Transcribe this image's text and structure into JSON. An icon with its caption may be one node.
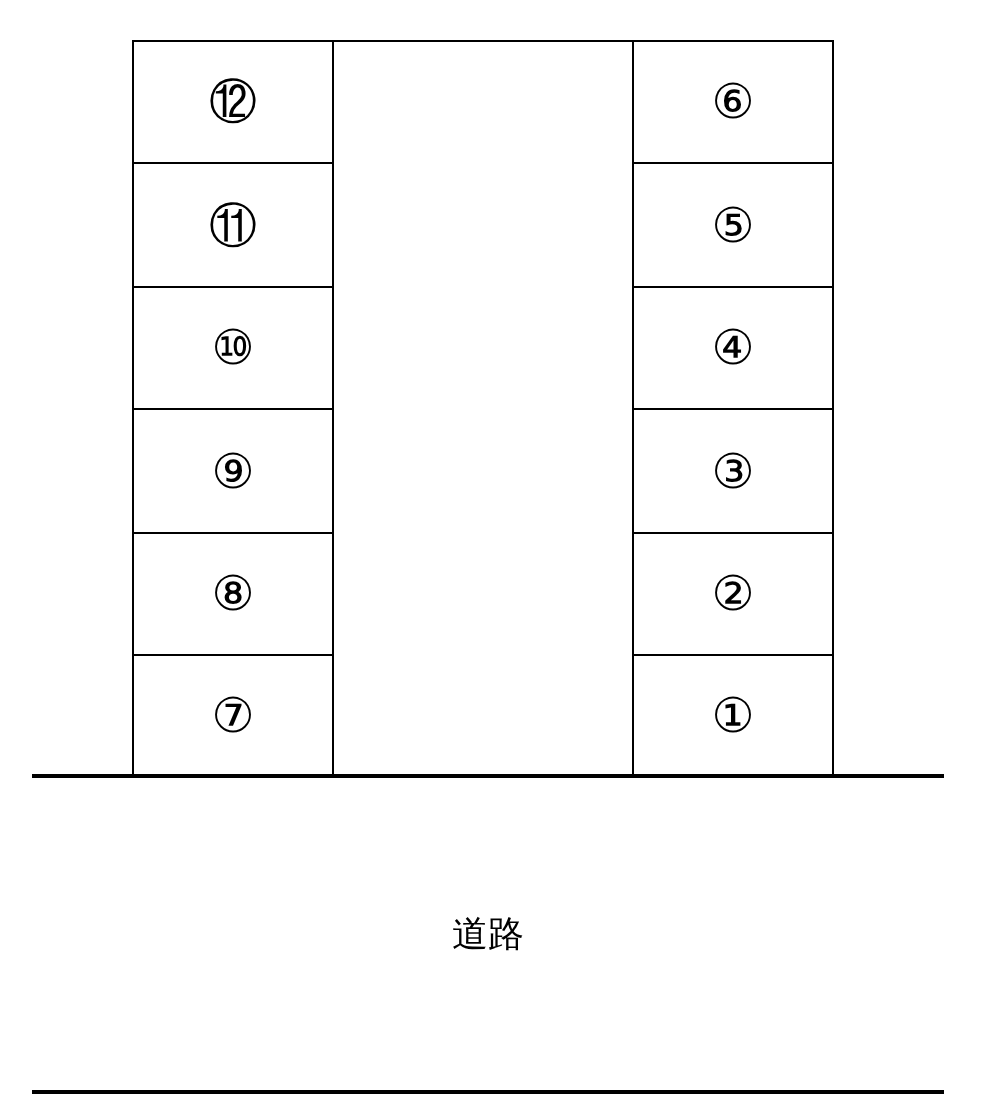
{
  "diagram": {
    "nodes": [
      {
        "text": [
          "⑫"
        ]
      },
      {
        "text": [
          "⑥"
        ]
      },
      {
        "text": [
          "⑪"
        ]
      },
      {
        "text": [
          "⑤"
        ]
      },
      {
        "text": [
          "⑩"
        ]
      },
      {
        "text": [
          "④"
        ]
      },
      {
        "text": [
          "⑨"
        ]
      },
      {
        "text": [
          "③"
        ]
      },
      {
        "text": [
          "⑧"
        ]
      },
      {
        "text": [
          "②"
        ]
      },
      {
        "text": [
          "⑦"
        ]
      },
      {
        "text": [
          "①"
        ]
      },
      {
        "text": [
          "道路"
        ]
      }
    ]
  }
}
